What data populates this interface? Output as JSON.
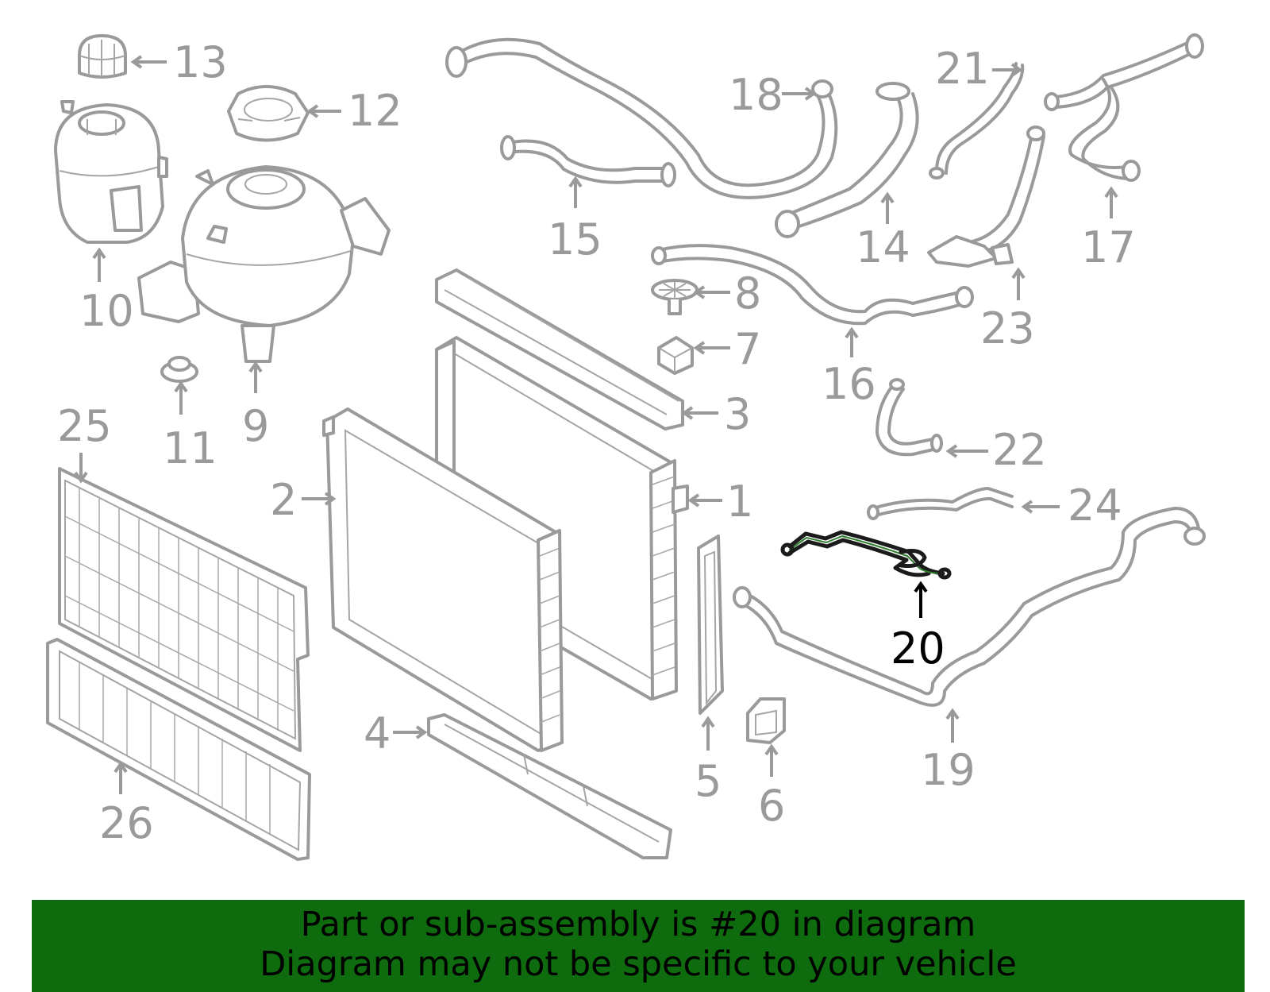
{
  "callouts": {
    "c1": "1",
    "c2": "2",
    "c3": "3",
    "c4": "4",
    "c5": "5",
    "c6": "6",
    "c7": "7",
    "c8": "8",
    "c9": "9",
    "c10": "10",
    "c11": "11",
    "c12": "12",
    "c13": "13",
    "c14": "14",
    "c15": "15",
    "c16": "16",
    "c17": "17",
    "c18": "18",
    "c19": "19",
    "c20": "20",
    "c21": "21",
    "c22": "22",
    "c23": "23",
    "c24": "24",
    "c25": "25",
    "c26": "26"
  },
  "highlighted_part": "20",
  "colors": {
    "banner": "#0e6b0e",
    "parts": "#9a9a9a",
    "highlight": "#2f7d2f"
  },
  "banner": {
    "line1": "Part or sub-assembly is #20 in diagram",
    "line2": "Diagram may not be specific to your vehicle"
  }
}
